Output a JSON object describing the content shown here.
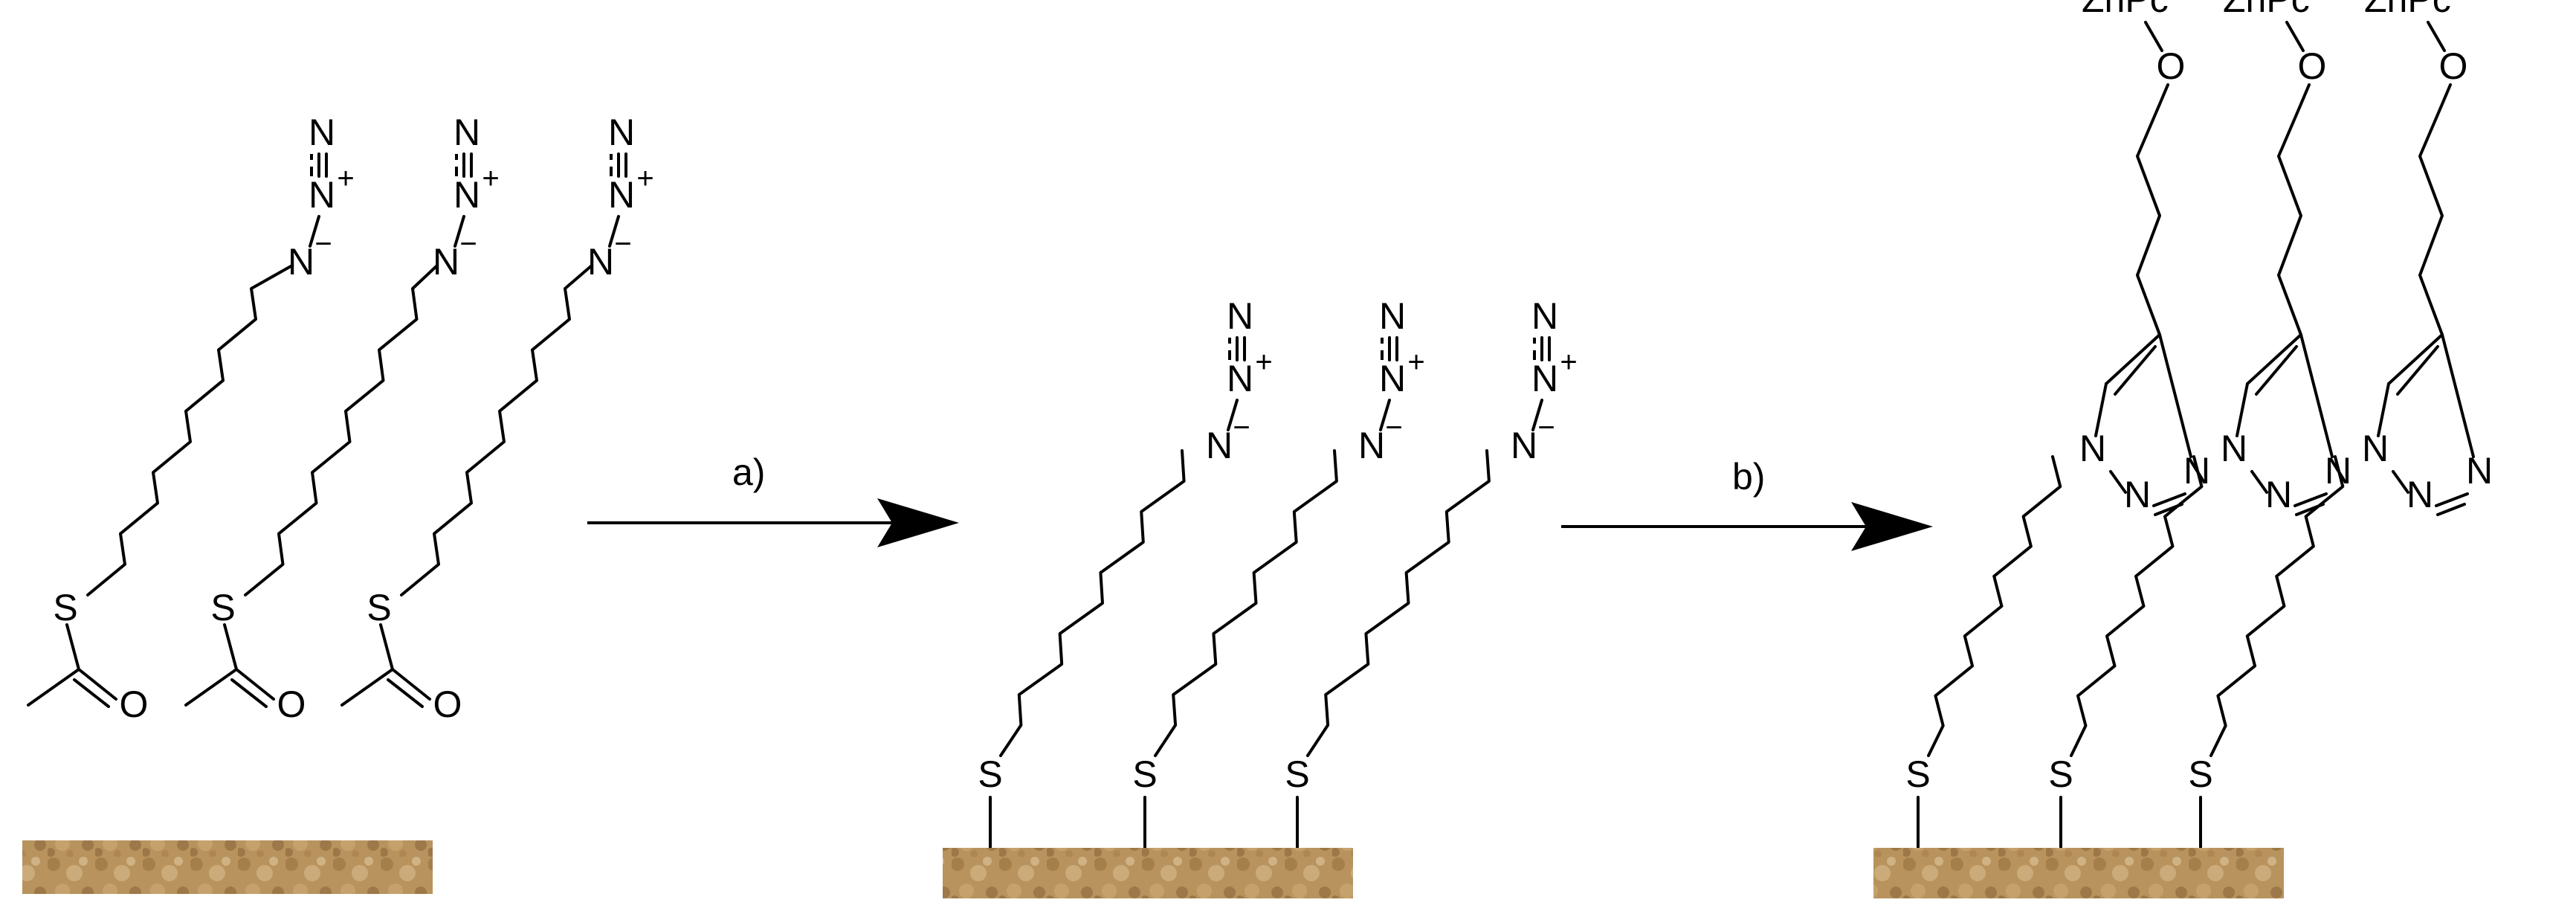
{
  "atoms": {
    "nitrogen": "N",
    "sulfur": "S",
    "oxygen": "O",
    "plus": "+",
    "minus": "−"
  },
  "macrocycle": "ZnPc",
  "steps": [
    "a)",
    "b)"
  ],
  "colors": {
    "bond": "#000000",
    "gold_dark": "#7a5a2e",
    "gold_mid": "#b08a55",
    "gold_light": "#d8bb8a"
  }
}
